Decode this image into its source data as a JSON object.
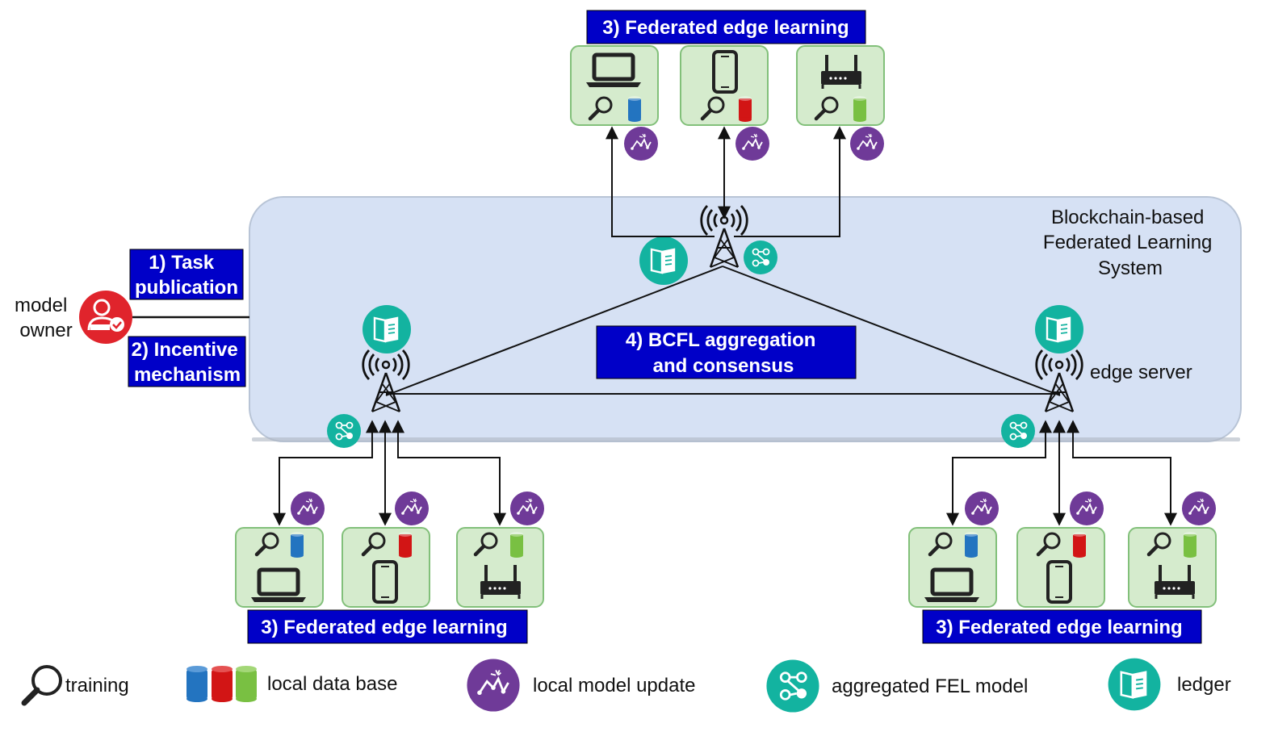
{
  "system_label": [
    "Blockchain-based",
    "Federated Learning",
    "System"
  ],
  "model_owner_label": [
    "model",
    "owner"
  ],
  "task_publication_label": [
    "1) Task",
    "publication"
  ],
  "incentive_label": [
    "2) Incentive",
    "mechanism"
  ],
  "aggregation_label": [
    "4) BCFL aggregation",
    "and consensus"
  ],
  "edge_server_label": "edge server",
  "fel_top_label": "3) Federated edge learning",
  "fel_left_label": "3) Federated edge learning",
  "fel_right_label": "3) Federated edge learning",
  "legend": {
    "training": "training",
    "local_db": "local data base",
    "local_update": "local model update",
    "aggregated": "aggregated FEL model",
    "ledger": "ledger"
  },
  "colors": {
    "system_panel": "#d6e1f4",
    "label_box": "#0000c8",
    "device_panel": "#d5ebcd",
    "device_border": "#82c07a",
    "teal": "#13b3a0",
    "purple": "#6f3a98",
    "owner_red": "#e0242c",
    "db_blue": "#2374c0",
    "db_red": "#d21515",
    "db_green": "#79c042"
  }
}
